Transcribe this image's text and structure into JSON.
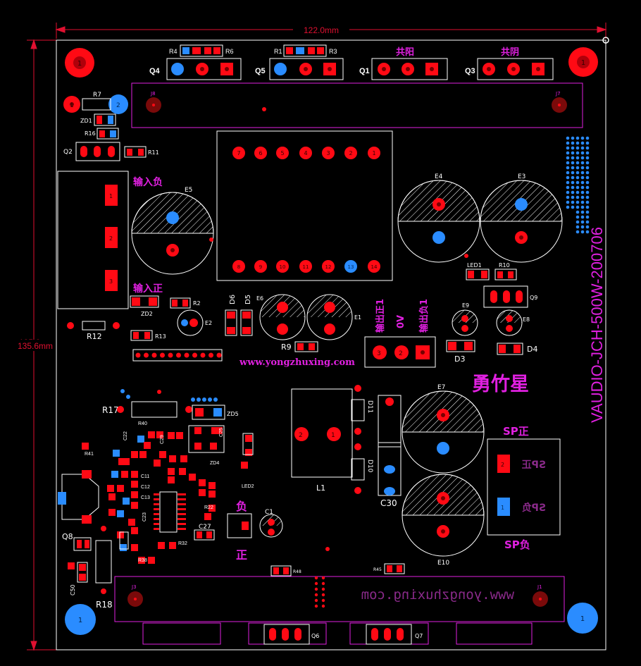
{
  "dimensions": {
    "width": "122.0mm",
    "height": "135.6mm"
  },
  "colors": {
    "background": "#000000",
    "dimension": "#e01030",
    "outline": "#ffffff",
    "silk": "#e020e0",
    "pad_top": "#ff0a14",
    "pad_bottom": "#2a8cff",
    "pad_dark": "#7a0a0a"
  },
  "labels": {
    "q4": "Q4",
    "q5": "Q5",
    "q1": "Q1",
    "q3": "Q3",
    "r4": "R4",
    "r6": "R6",
    "r1": "R1",
    "r3": "R3",
    "common_anode": "共阳",
    "common_cathode": "共阴",
    "j8": "J8",
    "j7": "J7",
    "j3": "J3",
    "j1": "J1",
    "r7": "R7",
    "zd1": "ZD1",
    "r16": "R16",
    "q2": "Q2",
    "r11": "R11",
    "input_neg": "输入负",
    "input_pos": "输入正",
    "e5": "E5",
    "e4": "E4",
    "e3": "E3",
    "e1": "E1",
    "e2": "E2",
    "e6": "E6",
    "e7": "E7",
    "e8": "E8",
    "e9": "E9",
    "e10": "E10",
    "zd2": "ZD2",
    "r2": "R2",
    "r12": "R12",
    "r13": "R13",
    "d6": "D6",
    "d5": "D5",
    "r9": "R9",
    "d3": "D3",
    "d4": "D4",
    "led1": "LED1",
    "r10": "R10",
    "q9": "Q9",
    "out_pos": "输出正1",
    "out_zero": "0V",
    "out_neg": "输出负1",
    "website": "www.yongzhuxing.com",
    "website_mirror": "www.yongzhuxing.com",
    "brand": "勇竹星",
    "vertical_model": "VAUDIO-JCH-500W-200706",
    "sp_pos": "SP正",
    "sp_neg": "SP负",
    "sp_pos_mirror": "SP正",
    "sp_neg_mirror": "SP负",
    "r17": "R17",
    "zd5": "ZD5",
    "r18": "R18",
    "q8": "Q8",
    "c50": "C50",
    "l1": "L1",
    "d11": "D11",
    "d10": "D10",
    "c30": "C30",
    "c1": "C1",
    "neg": "负",
    "pos": "正",
    "c27": "C27",
    "r22": "R22",
    "led2": "LED2",
    "zd4": "ZD4",
    "r41": "R41",
    "r40": "R40",
    "c22": "C22",
    "c29": "C29",
    "c25": "C25",
    "c11": "C11",
    "c12": "C12",
    "c13": "C13",
    "c23": "C23",
    "r32": "R32",
    "r38": "R38",
    "r48": "R48",
    "r45": "R45",
    "q6": "Q6",
    "q7": "Q7",
    "pin1": "1",
    "pin2": "2",
    "pin3": "3",
    "pin4": "4",
    "pin5": "5",
    "pin6": "6",
    "pin7": "7",
    "pin8": "8",
    "pin9": "9",
    "pin10": "10",
    "pin11": "11",
    "pin12": "12",
    "pin13": "13",
    "pin14": "14"
  }
}
